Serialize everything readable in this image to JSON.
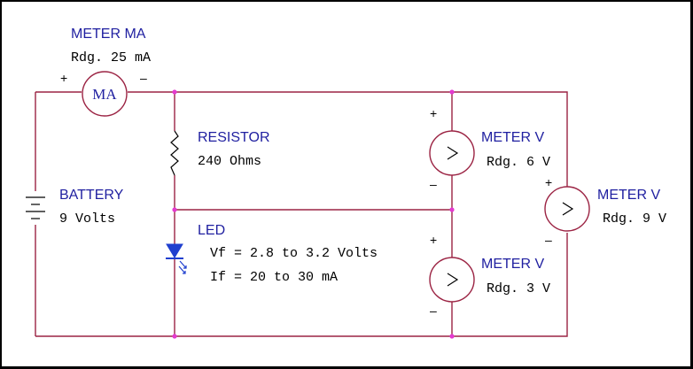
{
  "colors": {
    "wire": "#9b2343",
    "label": "#1f1fa0",
    "node": "#e43ad0",
    "led": "#1f3fcf"
  },
  "meter_ma": {
    "title": "METER MA",
    "reading": "Rdg. 25 mA",
    "symbol": "MA",
    "plus": "+",
    "minus": "–"
  },
  "resistor": {
    "title": "RESISTOR",
    "value": "240 Ohms"
  },
  "battery": {
    "title": "BATTERY",
    "value": "9 Volts"
  },
  "led": {
    "title": "LED",
    "vf": "Vf = 2.8 to 3.2 Volts",
    "if": "If = 20 to 30 mA"
  },
  "meter_v_top": {
    "title": "METER V",
    "reading": "Rdg. 6 V",
    "plus": "+",
    "minus": "–"
  },
  "meter_v_bottom": {
    "title": "METER V",
    "reading": "Rdg. 3 V",
    "plus": "+",
    "minus": "–"
  },
  "meter_v_right": {
    "title": "METER V",
    "reading": "Rdg. 9 V",
    "plus": "+",
    "minus": "–"
  }
}
